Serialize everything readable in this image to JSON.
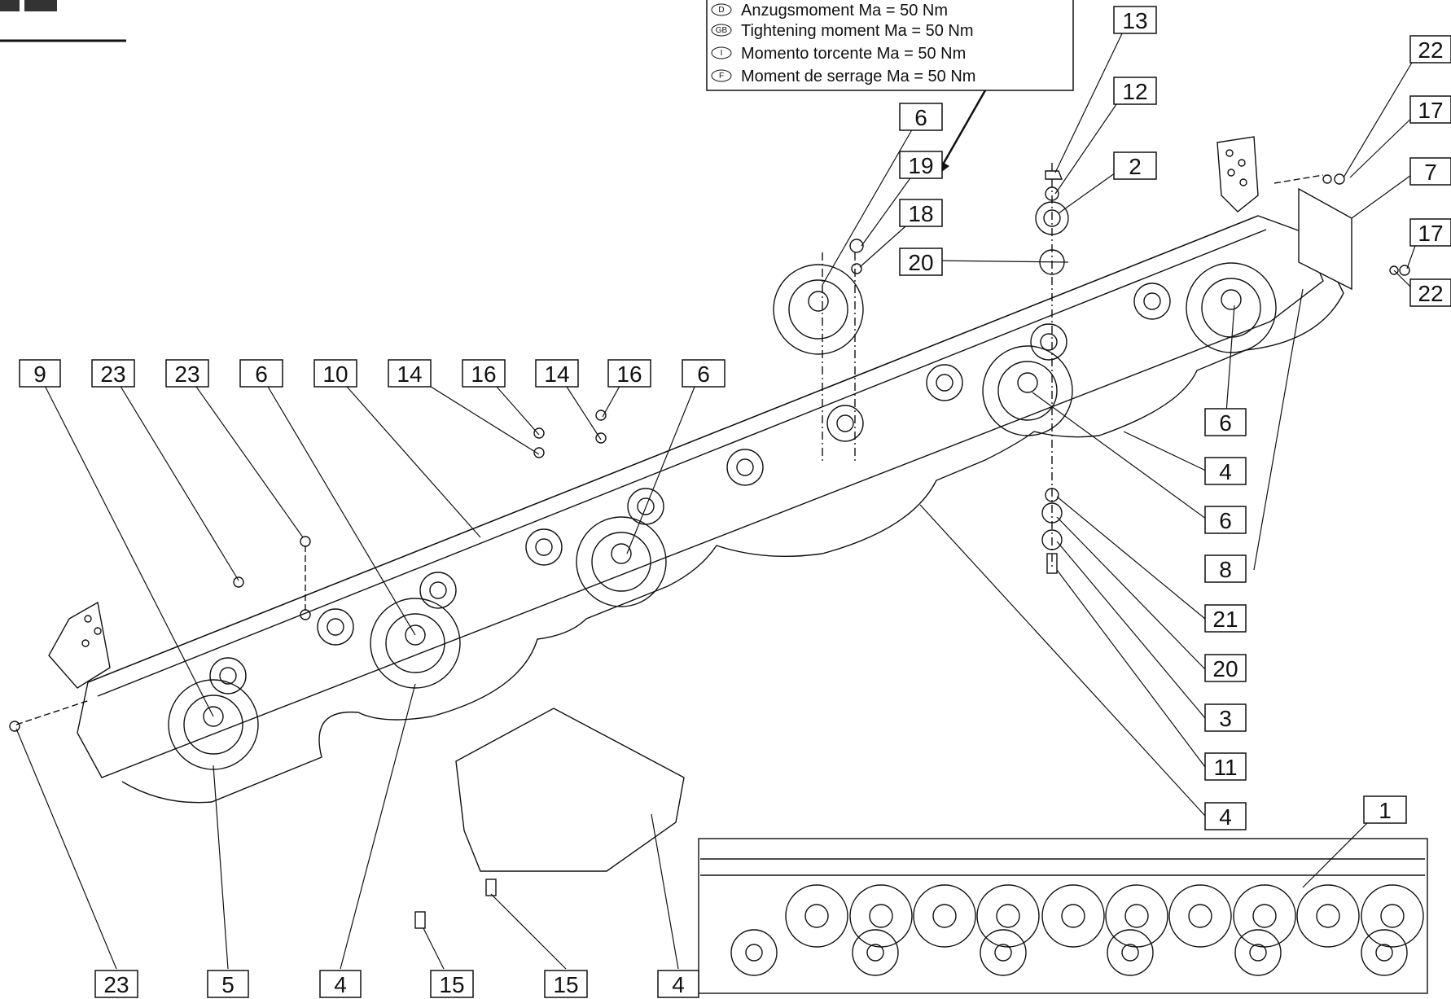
{
  "legend": {
    "lines": [
      {
        "code": "D",
        "text": "Anzugsmoment Ma = 50 Nm"
      },
      {
        "code": "GB",
        "text": "Tightening moment Ma = 50 Nm"
      },
      {
        "code": "I",
        "text": "Momento torcente  Ma = 50 Nm"
      },
      {
        "code": "F",
        "text": "Moment de serrage Ma = 50 Nm"
      }
    ]
  },
  "callouts": [
    "13",
    "12",
    "2",
    "6",
    "19",
    "18",
    "20",
    "22",
    "17",
    "7",
    "17",
    "22",
    "9",
    "23",
    "23",
    "6",
    "10",
    "14",
    "16",
    "14",
    "16",
    "6",
    "6",
    "4",
    "6",
    "8",
    "21",
    "20",
    "3",
    "11",
    "4",
    "1",
    "23",
    "5",
    "4",
    "15",
    "15",
    "4"
  ]
}
